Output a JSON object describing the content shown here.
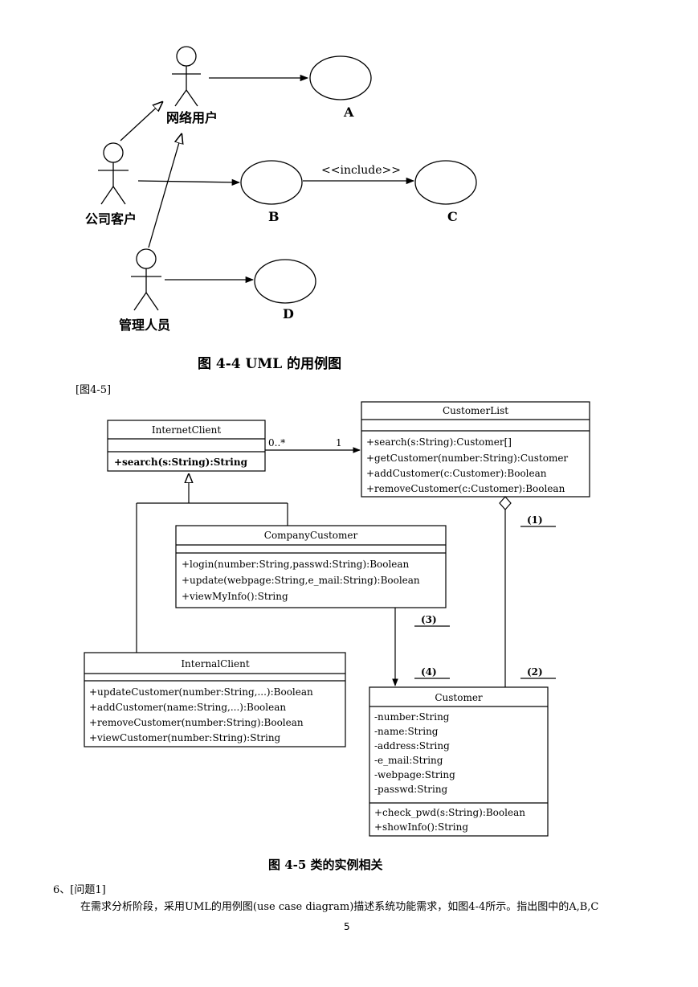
{
  "usecase": {
    "actors": [
      "网络用户",
      "公司客户",
      "管理人员"
    ],
    "cases": [
      "A",
      "B",
      "C",
      "D"
    ],
    "stereotype": "<<include>>",
    "caption": "图 4-4   UML 的用例图"
  },
  "fig_label": "[图4-5]",
  "classes": {
    "internet_client": {
      "name": "InternetClient",
      "ops": [
        "+search(s:String):String"
      ]
    },
    "customer_list": {
      "name": "CustomerList",
      "ops": [
        "+search(s:String):Customer[]",
        "+getCustomer(number:String):Customer",
        "+addCustomer(c:Customer):Boolean",
        "+removeCustomer(c:Customer):Boolean"
      ]
    },
    "company_customer": {
      "name": "CompanyCustomer",
      "ops": [
        "+login(number:String,passwd:String):Boolean",
        "+update(webpage:String,e_mail:String):Boolean",
        "+viewMyInfo():String"
      ]
    },
    "internal_client": {
      "name": "InternalClient",
      "ops": [
        "+updateCustomer(number:String,...):Boolean",
        "+addCustomer(name:String,...):Boolean",
        "+removeCustomer(number:String):Boolean",
        "+viewCustomer(number:String):String"
      ]
    },
    "customer": {
      "name": "Customer",
      "attrs": [
        "-number:String",
        "-name:String",
        "-address:String",
        "-e_mail:String",
        "-webpage:String",
        "-passwd:String"
      ],
      "ops": [
        "+check_pwd(s:String):Boolean",
        "+showInfo():String"
      ]
    }
  },
  "multiplicity": {
    "m1": "0..*",
    "m2": "1"
  },
  "blanks": [
    "(1)",
    "(2)",
    "(3)",
    "(4)"
  ],
  "class_caption": "图 4-5   类的实例相关",
  "question": {
    "title": "6、[问题1]",
    "body": "在需求分析阶段，采用UML的用例图(use case diagram)描述系统功能需求，如图4-4所示。指出图中的A,B,C"
  },
  "page_number": "5"
}
